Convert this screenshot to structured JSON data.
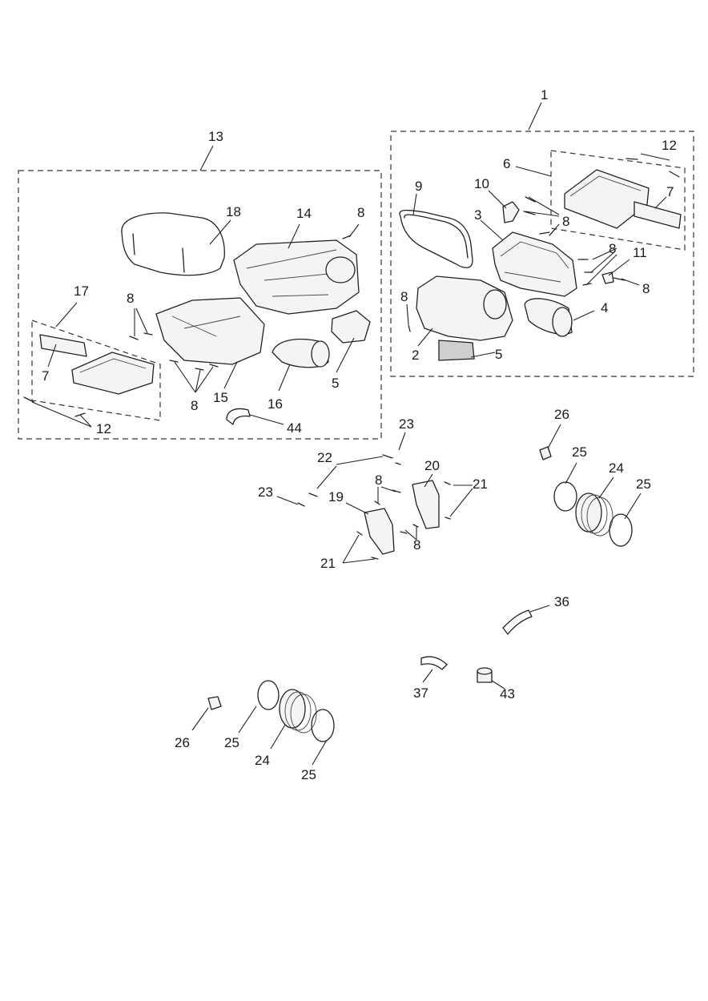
{
  "labels": {
    "n1": "1",
    "n2": "2",
    "n3": "3",
    "n4": "4",
    "n5a": "5",
    "n5b": "5",
    "n6": "6",
    "n7a": "7",
    "n7b": "7",
    "n8a": "8",
    "n8b": "8",
    "n8c": "8",
    "n8d": "8",
    "n8e": "8",
    "n8f": "8",
    "n8g": "8",
    "n8h": "8",
    "n8i": "8",
    "n9": "9",
    "n10": "10",
    "n11": "11",
    "n12a": "12",
    "n12b": "12",
    "n13": "13",
    "n14": "14",
    "n15": "15",
    "n16": "16",
    "n17": "17",
    "n18": "18",
    "n19": "19",
    "n20": "20",
    "n21a": "21",
    "n21b": "21",
    "n22": "22",
    "n23a": "23",
    "n23b": "23",
    "n24a": "24",
    "n24b": "24",
    "n25a": "25",
    "n25b": "25",
    "n25c": "25",
    "n25d": "25",
    "n26a": "26",
    "n26b": "26",
    "n36": "36",
    "n37": "37",
    "n43": "43",
    "n44": "44"
  }
}
